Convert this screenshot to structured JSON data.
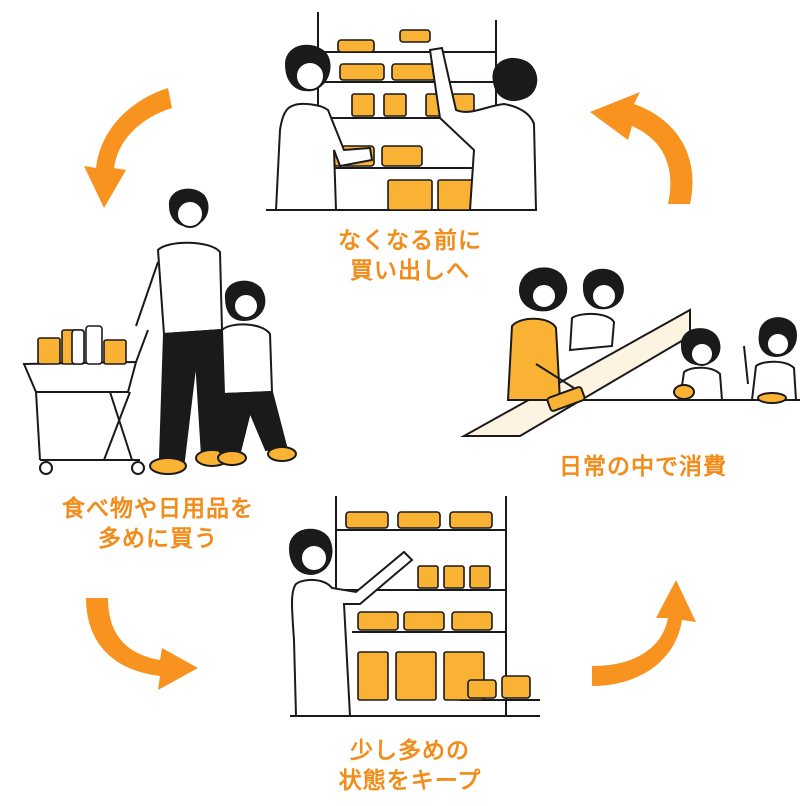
{
  "steps": {
    "top": {
      "lines": [
        "なくなる前に",
        "買い出しへ"
      ]
    },
    "right": {
      "lines": [
        "日常の中で消費"
      ]
    },
    "bottom": {
      "lines": [
        "少し多めの",
        "状態をキープ"
      ]
    },
    "left": {
      "lines": [
        "食べ物や日用品を",
        "多めに買う"
      ]
    }
  },
  "colors": {
    "accent": "#f7931e",
    "caption": "#f28c1a",
    "illustration_fill": "#f9b233",
    "line": "#1a1a1a",
    "counter": "#fdf3e1"
  }
}
